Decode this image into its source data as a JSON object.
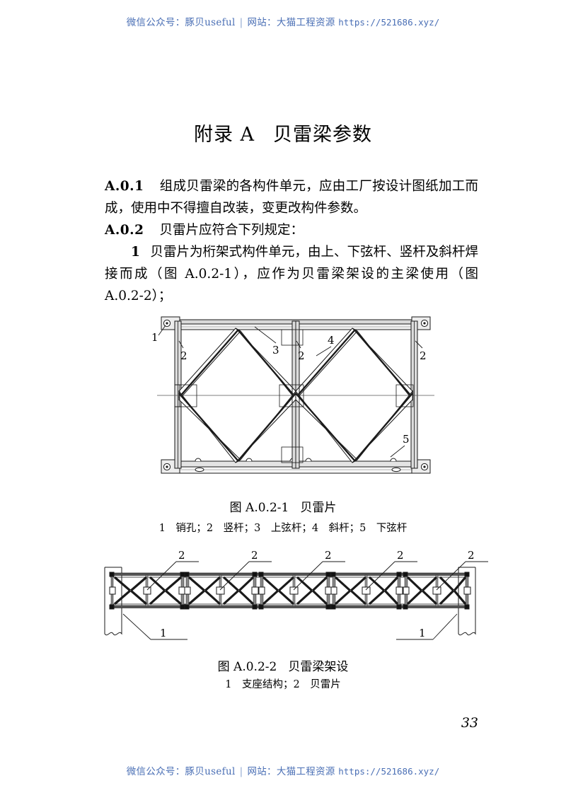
{
  "watermark": {
    "wechat_label": "微信公众号：",
    "wechat_name": "豚贝useful",
    "separator": "|",
    "site_label": "网站：",
    "site_name": "大猫工程资源",
    "url": "https://521686.xyz/"
  },
  "title": {
    "appendix": "附录 A",
    "name": "贝雷梁参数"
  },
  "paragraphs": {
    "a01_no": "A.0.1",
    "a01_text": "组成贝雷梁的各构件单元，应由工厂按设计图纸加工而成，使用中不得擅自改装，变更改构件参数。",
    "a02_no": "A.0.2",
    "a02_text": "贝雷片应符合下列规定：",
    "item1_no": "1",
    "item1_text": "贝雷片为桁架式构件单元，由上、下弦杆、竖杆及斜杆焊接而成（图 A.0.2-1），应作为贝雷梁架设的主梁使用（图 A.0.2-2）；"
  },
  "figure1": {
    "caption_no": "图 A.0.2-1",
    "caption_name": "贝雷片",
    "legend": "1　销孔；2　竖杆；3　上弦杆；4　斜杆；5　下弦杆",
    "callouts": [
      {
        "id": "1",
        "meaning": "销孔"
      },
      {
        "id": "2",
        "meaning": "竖杆"
      },
      {
        "id": "3",
        "meaning": "上弦杆"
      },
      {
        "id": "4",
        "meaning": "斜杆"
      },
      {
        "id": "5",
        "meaning": "下弦杆"
      }
    ],
    "callout_labels": {
      "c1": "1",
      "c2_left": "2",
      "c3": "3",
      "c4": "4",
      "c2_mid": "2",
      "c2_right": "2",
      "c5": "5"
    }
  },
  "figure2": {
    "caption_no": "图 A.0.2-2",
    "caption_name": "贝雷梁架设",
    "legend": "1　支座结构；2　贝雷片",
    "callouts": [
      {
        "id": "1",
        "meaning": "支座结构"
      },
      {
        "id": "2",
        "meaning": "贝雷片"
      }
    ],
    "callout_labels": {
      "p1": "2",
      "p2": "2",
      "p3": "2",
      "p4": "2",
      "p5": "2",
      "s_left": "1",
      "s_right": "1"
    },
    "panel_count": 5
  },
  "page_number": "33"
}
